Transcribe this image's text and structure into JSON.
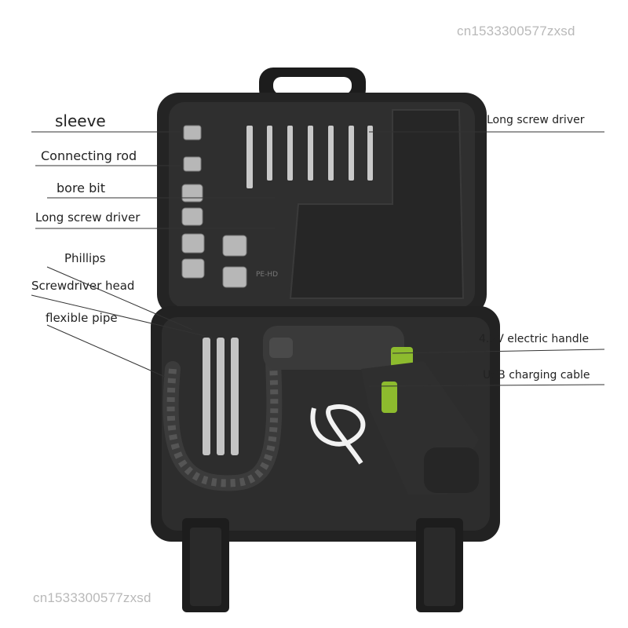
{
  "watermark_top": "cn1533300577zxsd",
  "watermark_bottom": "cn1533300577zxsd",
  "labels": {
    "sleeve": "sleeve",
    "connecting_rod": "Connecting rod",
    "bore_bit": "bore bit",
    "long_screw_driver_left": "Long screw driver",
    "phillips": "Phillips",
    "screwdriver_head": "Screwdriver head",
    "flexible_pipe": "flexible pipe",
    "long_screw_driver_right": "Long screw driver",
    "electric_handle": "4.2V electric handle",
    "usb_cable": "USB charging cable"
  },
  "case_mark": "PE-HD",
  "colors": {
    "case": "#2a2a2a",
    "accent": "#8dbb2e",
    "bits": "#c8c8c8"
  }
}
